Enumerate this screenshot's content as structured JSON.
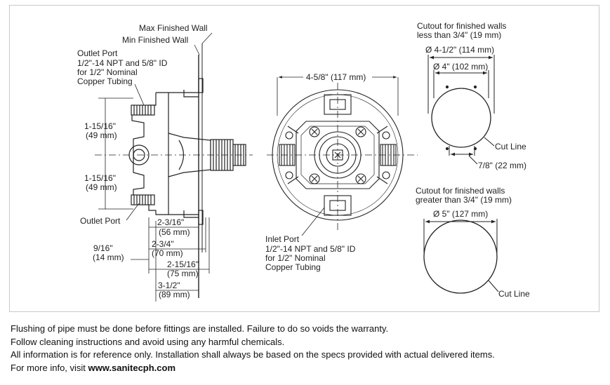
{
  "labels": {
    "max_wall": "Max Finished Wall",
    "min_wall": "Min Finished Wall",
    "outlet_top": [
      "Outlet Port",
      "1/2\"-14 NPT and 5/8\" ID",
      "for 1/2\" Nominal",
      "Copper Tubing"
    ],
    "dim_upper": [
      "1-15/16\"",
      "(49 mm)"
    ],
    "dim_lower": [
      "1-15/16\"",
      "(49 mm)"
    ],
    "outlet_bottom": "Outlet Port",
    "dim_916": [
      "9/16\"",
      "(14 mm)"
    ],
    "dim_2316": [
      "2-3/16\"",
      "(56 mm)"
    ],
    "dim_234": [
      "2-3/4\"",
      "(70 mm)"
    ],
    "dim_21516": [
      "2-15/16\"",
      "(75 mm)"
    ],
    "dim_312": [
      "3-1/2\"",
      "(89 mm)"
    ],
    "width_458": "4-5/8\" (117 mm)",
    "inlet": [
      "Inlet Port",
      "1/2\"-14 NPT and 5/8\" ID",
      "for 1/2\" Nominal",
      "Copper Tubing"
    ],
    "cutout_small_title": [
      "Cutout for finished walls",
      "less than 3/4\" (19 mm)"
    ],
    "dia_412": "Ø 4-1/2\" (114 mm)",
    "dia_4": "Ø 4\" (102 mm)",
    "cut_line_1": "Cut Line",
    "dim_78": "7/8\" (22 mm)",
    "cutout_large_title": [
      "Cutout for finished walls",
      "greater than 3/4\" (19 mm)"
    ],
    "dia_5": "Ø 5\" (127 mm)",
    "cut_line_2": "Cut Line"
  },
  "notes": [
    "Flushing of pipe must be done before fittings are installed. Failure to do so voids the warranty.",
    "Follow cleaning instructions and avoid using any harmful chemicals.",
    "All information is for reference only. Installation shall always be based on the specs provided with actual delivered items."
  ],
  "website": {
    "prefix": "For more info, visit ",
    "url": "www.sanitecph.com"
  }
}
